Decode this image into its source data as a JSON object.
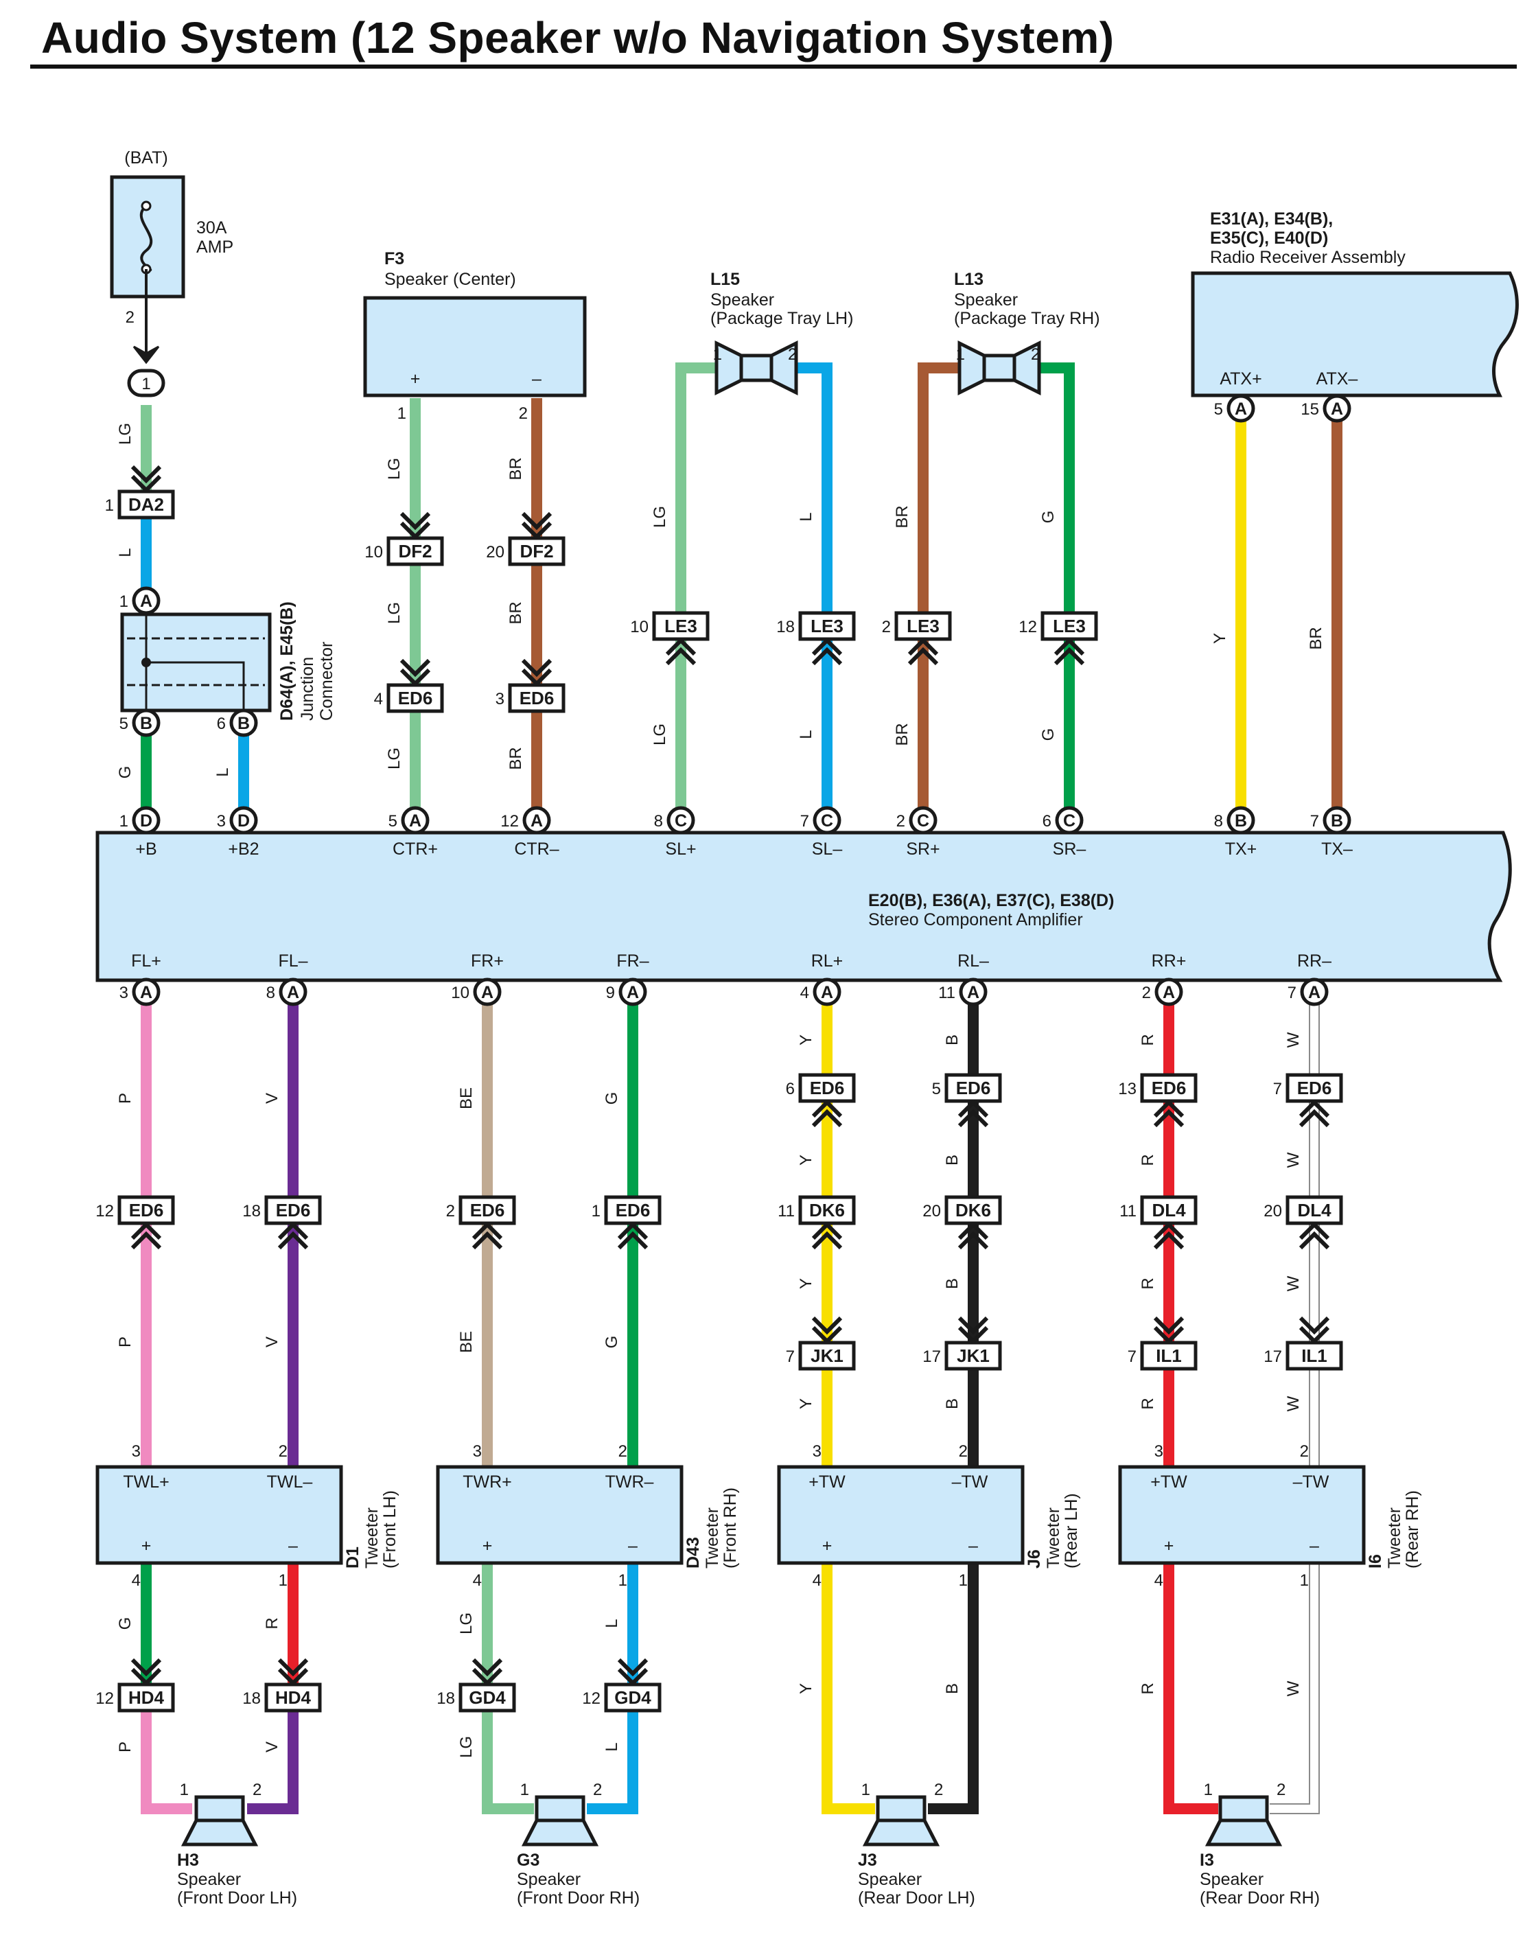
{
  "page": {
    "title": "Audio System (12 Speaker w/o Navigation System)"
  },
  "colors": {
    "LG": "#7ec894",
    "L": "#0aa6e6",
    "BR": "#a65a34",
    "G": "#00a04a",
    "Y": "#f8df00",
    "P": "#f08ac0",
    "V": "#6a2c93",
    "BE": "#c0aa92",
    "B": "#1e1e1e",
    "R": "#e8202a",
    "W": "#ffffff",
    "box_fill": "#cde9fa",
    "outline": "#1a1a1a"
  },
  "power": {
    "source": "(BAT)",
    "fuse_rating": "30A",
    "fuse_name": "AMP",
    "fuse_pin": "2",
    "splice_num": "1"
  },
  "amplifier": {
    "codes": "E20(B), E36(A), E37(C), E38(D)",
    "name": "Stereo Component Amplifier",
    "top_terminals": [
      {
        "label": "+B",
        "pin": "1",
        "conn": "D"
      },
      {
        "label": "+B2",
        "pin": "3",
        "conn": "D"
      },
      {
        "label": "CTR+",
        "pin": "5",
        "conn": "A"
      },
      {
        "label": "CTR–",
        "pin": "12",
        "conn": "A"
      },
      {
        "label": "SL+",
        "pin": "8",
        "conn": "C"
      },
      {
        "label": "SL–",
        "pin": "7",
        "conn": "C"
      },
      {
        "label": "SR+",
        "pin": "2",
        "conn": "C"
      },
      {
        "label": "SR–",
        "pin": "6",
        "conn": "C"
      },
      {
        "label": "TX+",
        "pin": "8",
        "conn": "B"
      },
      {
        "label": "TX–",
        "pin": "7",
        "conn": "B"
      }
    ],
    "bottom_terminals": [
      {
        "label": "FL+",
        "pin": "3",
        "conn": "A"
      },
      {
        "label": "FL–",
        "pin": "8",
        "conn": "A"
      },
      {
        "label": "FR+",
        "pin": "10",
        "conn": "A"
      },
      {
        "label": "FR–",
        "pin": "9",
        "conn": "A"
      },
      {
        "label": "RL+",
        "pin": "4",
        "conn": "A"
      },
      {
        "label": "RL–",
        "pin": "11",
        "conn": "A"
      },
      {
        "label": "RR+",
        "pin": "2",
        "conn": "A"
      },
      {
        "label": "RR–",
        "pin": "7",
        "conn": "A"
      }
    ]
  },
  "junction": {
    "codes": "D64(A), E45(B)",
    "name_line1": "Junction",
    "name_line2": "Connector",
    "in_pin": "1",
    "in_conn": "A",
    "out1_pin": "5",
    "out2_pin": "6",
    "out_conn": "B"
  },
  "center_speaker": {
    "code": "F3",
    "name": "Speaker (Center)",
    "plus": "+",
    "minus": "–",
    "pin_plus": "1",
    "pin_minus": "2"
  },
  "tray_lh": {
    "code": "L15",
    "line1": "Speaker",
    "line2": "(Package Tray LH)",
    "pin1": "1",
    "pin2": "2"
  },
  "tray_rh": {
    "code": "L13",
    "line1": "Speaker",
    "line2": "(Package Tray RH)",
    "pin1": "1",
    "pin2": "2"
  },
  "radio": {
    "codes_line1": "E31(A), E34(B),",
    "codes_line2": "E35(C), E40(D)",
    "name": "Radio Receiver Assembly",
    "term_plus": "ATX+",
    "term_minus": "ATX–",
    "pin_plus": "5",
    "pin_minus": "15",
    "conn": "A"
  },
  "tweeters": [
    {
      "code": "D1",
      "line1": "Tweeter",
      "line2": "(Front LH)",
      "in_plus": "TWL+",
      "in_minus": "TWL–",
      "out_plus": "+",
      "out_minus": "–",
      "pin_in_plus": "3",
      "pin_in_minus": "2",
      "pin_out_plus": "4",
      "pin_out_minus": "1"
    },
    {
      "code": "D43",
      "line1": "Tweeter",
      "line2": "(Front RH)",
      "in_plus": "TWR+",
      "in_minus": "TWR–",
      "out_plus": "+",
      "out_minus": "–",
      "pin_in_plus": "3",
      "pin_in_minus": "2",
      "pin_out_plus": "4",
      "pin_out_minus": "1"
    },
    {
      "code": "J6",
      "line1": "Tweeter",
      "line2": "(Rear LH)",
      "in_plus": "+TW",
      "in_minus": "–TW",
      "out_plus": "+",
      "out_minus": "–",
      "pin_in_plus": "3",
      "pin_in_minus": "2",
      "pin_out_plus": "4",
      "pin_out_minus": "1"
    },
    {
      "code": "I6",
      "line1": "Tweeter",
      "line2": "(Rear RH)",
      "in_plus": "+TW",
      "in_minus": "–TW",
      "out_plus": "+",
      "out_minus": "–",
      "pin_in_plus": "3",
      "pin_in_minus": "2",
      "pin_out_plus": "4",
      "pin_out_minus": "1"
    }
  ],
  "door_speakers": [
    {
      "code": "H3",
      "line1": "Speaker",
      "line2": "(Front Door LH)",
      "pin1": "1",
      "pin2": "2"
    },
    {
      "code": "G3",
      "line1": "Speaker",
      "line2": "(Front Door RH)",
      "pin1": "1",
      "pin2": "2"
    },
    {
      "code": "J3",
      "line1": "Speaker",
      "line2": "(Rear Door LH)",
      "pin1": "1",
      "pin2": "2"
    },
    {
      "code": "I3",
      "line1": "Speaker",
      "line2": "(Rear Door RH)",
      "pin1": "1",
      "pin2": "2"
    }
  ],
  "inline_connectors": [
    {
      "name": "DA2",
      "pin": "1"
    },
    {
      "name": "DF2",
      "pin": "10"
    },
    {
      "name": "DF2",
      "pin": "20"
    },
    {
      "name": "ED6",
      "pin": "4"
    },
    {
      "name": "ED6",
      "pin": "3"
    },
    {
      "name": "LE3",
      "pin": "10"
    },
    {
      "name": "LE3",
      "pin": "18"
    },
    {
      "name": "LE3",
      "pin": "2"
    },
    {
      "name": "LE3",
      "pin": "12"
    },
    {
      "name": "ED6",
      "pin": "6"
    },
    {
      "name": "ED6",
      "pin": "5"
    },
    {
      "name": "ED6",
      "pin": "13"
    },
    {
      "name": "ED6",
      "pin": "7"
    },
    {
      "name": "ED6",
      "pin": "12"
    },
    {
      "name": "ED6",
      "pin": "18"
    },
    {
      "name": "ED6",
      "pin": "2"
    },
    {
      "name": "ED6",
      "pin": "1"
    },
    {
      "name": "DK6",
      "pin": "11"
    },
    {
      "name": "DK6",
      "pin": "20"
    },
    {
      "name": "DL4",
      "pin": "11"
    },
    {
      "name": "DL4",
      "pin": "20"
    },
    {
      "name": "JK1",
      "pin": "7"
    },
    {
      "name": "JK1",
      "pin": "17"
    },
    {
      "name": "IL1",
      "pin": "7"
    },
    {
      "name": "IL1",
      "pin": "17"
    },
    {
      "name": "HD4",
      "pin": "12"
    },
    {
      "name": "HD4",
      "pin": "18"
    },
    {
      "name": "GD4",
      "pin": "18"
    },
    {
      "name": "GD4",
      "pin": "12"
    }
  ],
  "wire_colors": [
    "LG",
    "L",
    "G",
    "L",
    "LG",
    "LG",
    "LG",
    "BR",
    "BR",
    "BR",
    "LG",
    "LG",
    "L",
    "L",
    "BR",
    "BR",
    "G",
    "G",
    "Y",
    "BR",
    "P",
    "P",
    "P",
    "V",
    "V",
    "V",
    "BE",
    "BE",
    "LG",
    "LG",
    "G",
    "G",
    "L",
    "L",
    "Y",
    "Y",
    "Y",
    "Y",
    "Y",
    "B",
    "B",
    "B",
    "B",
    "B",
    "R",
    "R",
    "R",
    "R",
    "R",
    "W",
    "W",
    "W",
    "W",
    "W",
    "G",
    "R"
  ]
}
